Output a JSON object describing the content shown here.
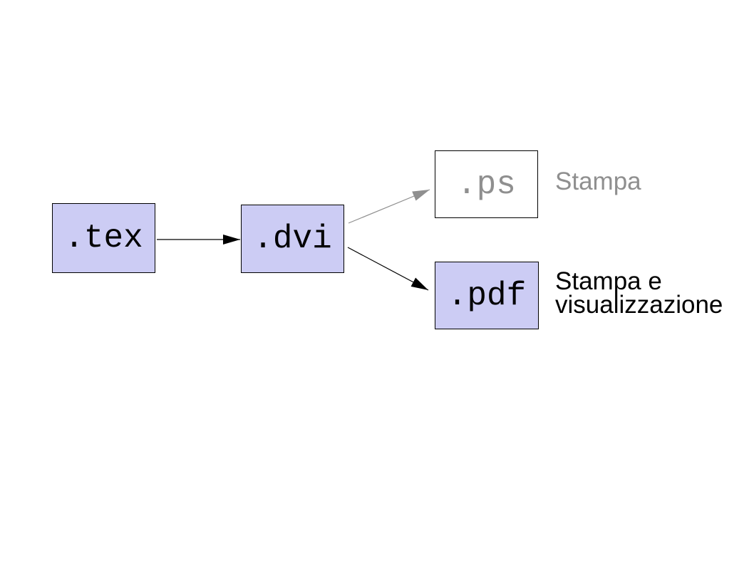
{
  "diagram": {
    "background_color": "#ffffff",
    "accent_fill": "#ccccf4",
    "gray_color": "#8f8f8f",
    "nodes": [
      {
        "id": "tex",
        "label": ".tex",
        "fill": "#ccccf4",
        "border_color": "#000000",
        "text_color": "#000000"
      },
      {
        "id": "dvi",
        "label": ".dvi",
        "fill": "#ccccf4",
        "border_color": "#000000",
        "text_color": "#000000"
      },
      {
        "id": "ps",
        "label": ".ps",
        "fill": "#ffffff",
        "border_color": "#000000",
        "text_color": "#8f8f8f"
      },
      {
        "id": "pdf",
        "label": ".pdf",
        "fill": "#ccccf4",
        "border_color": "#000000",
        "text_color": "#000000"
      }
    ],
    "annotations": [
      {
        "for": "ps",
        "text": "Stampa",
        "color": "#8f8f8f"
      },
      {
        "for": "pdf",
        "text": "Stampa e\nvisualizzazione",
        "color": "#000000"
      }
    ],
    "edges": [
      {
        "from": "tex",
        "to": "dvi",
        "color": "#000000"
      },
      {
        "from": "dvi",
        "to": "ps",
        "color": "#8f8f8f"
      },
      {
        "from": "dvi",
        "to": "pdf",
        "color": "#000000"
      }
    ]
  }
}
